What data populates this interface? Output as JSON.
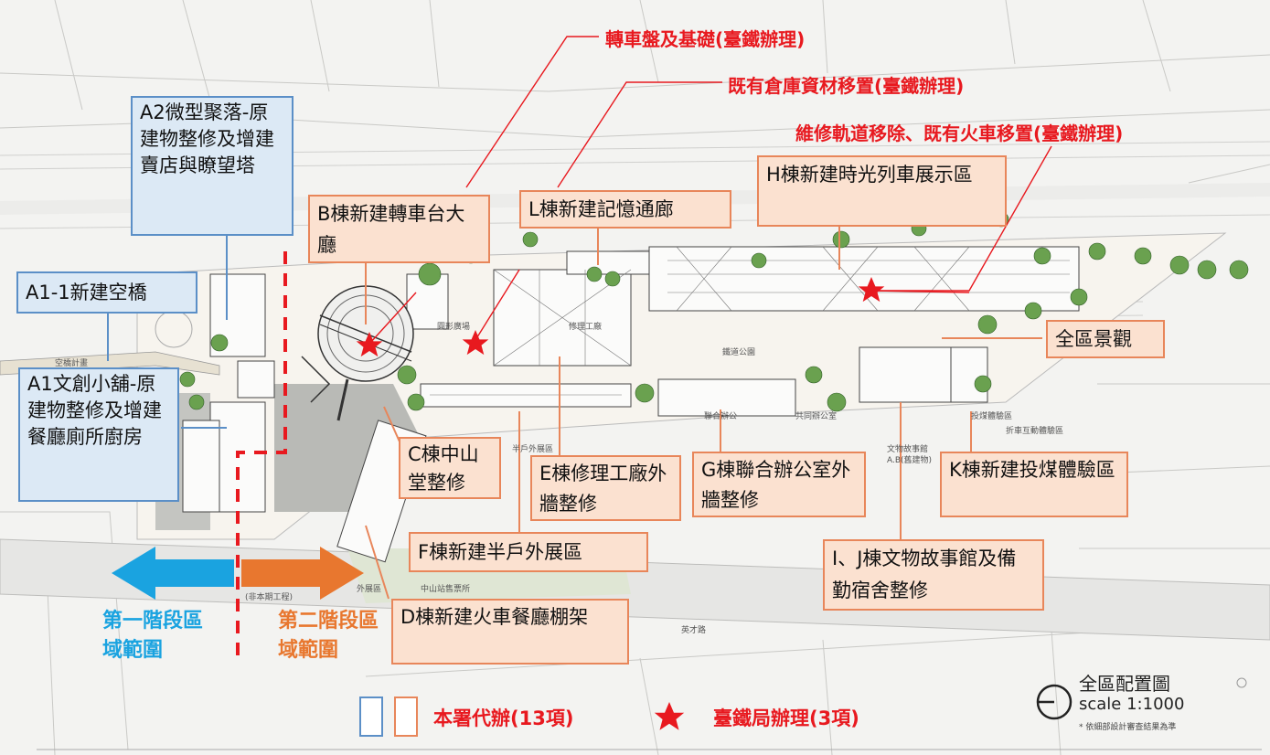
{
  "red_labels": {
    "turntable": "轉車盤及基礎(臺鐵辦理)",
    "warehouse": "既有倉庫資材移置(臺鐵辦理)",
    "track": "維修軌道移除、既有火車移置(臺鐵辦理)"
  },
  "boxes": {
    "a2": "A2微型聚落-原建物整修及增建賣店與瞭望塔",
    "a1_1": "A1-1新建空橋",
    "a1": "A1文創小舖-原建物整修及增建餐廳廁所廚房",
    "b": "B棟新建轉車台大廳",
    "l": "L棟新建記憶通廊",
    "h": "H棟新建時光列車展示區",
    "landscape": "全區景觀",
    "c": "C棟中山堂整修",
    "e": "E棟修理工廠外牆整修",
    "g": "G棟聯合辦公室外牆整修",
    "k": "K棟新建投煤體驗區",
    "f": "F棟新建半戶外展區",
    "ij": "I、J棟文物故事館及備勤宿舍整修",
    "d": "D棟新建火車餐廳棚架"
  },
  "stages": {
    "stage1": "第一階段區域範圍",
    "stage2": "第二階段區域範圍"
  },
  "map_texts": {
    "round_court": "圓形廣場",
    "repair_shop": "修理工廠",
    "rail_park": "鐵道公園",
    "half_outdoor": "半戶外展區",
    "story_hall": "文物故事館",
    "ab_bldg": "A.B(舊建物)",
    "not_this_phase": "(非本期工程)",
    "outdoor_area": "外展區",
    "ticket_office": "中山站售票所",
    "yingcai_rd": "英才路",
    "office": "聯合辦公",
    "joint_office": "共同辦公室",
    "coal_area": "投煤體驗區",
    "quarters": "折車互動體驗區",
    "skybridge": "空橋計畫"
  },
  "legend": {
    "agency_label": "本署代辦(13項)",
    "tra_label": "臺鐵局辦理(3項)"
  },
  "scale": {
    "title": "全區配置圖",
    "value": "scale 1:1000",
    "note": "* 依細部設計審查結果為準"
  },
  "colors": {
    "red": "#e8191f",
    "blue_border": "#5b8fc7",
    "blue_fill": "#dce9f5",
    "orange_border": "#e8865a",
    "orange_fill": "#fbe1d0",
    "stage1": "#1aa3e0",
    "stage2": "#e8772f"
  }
}
